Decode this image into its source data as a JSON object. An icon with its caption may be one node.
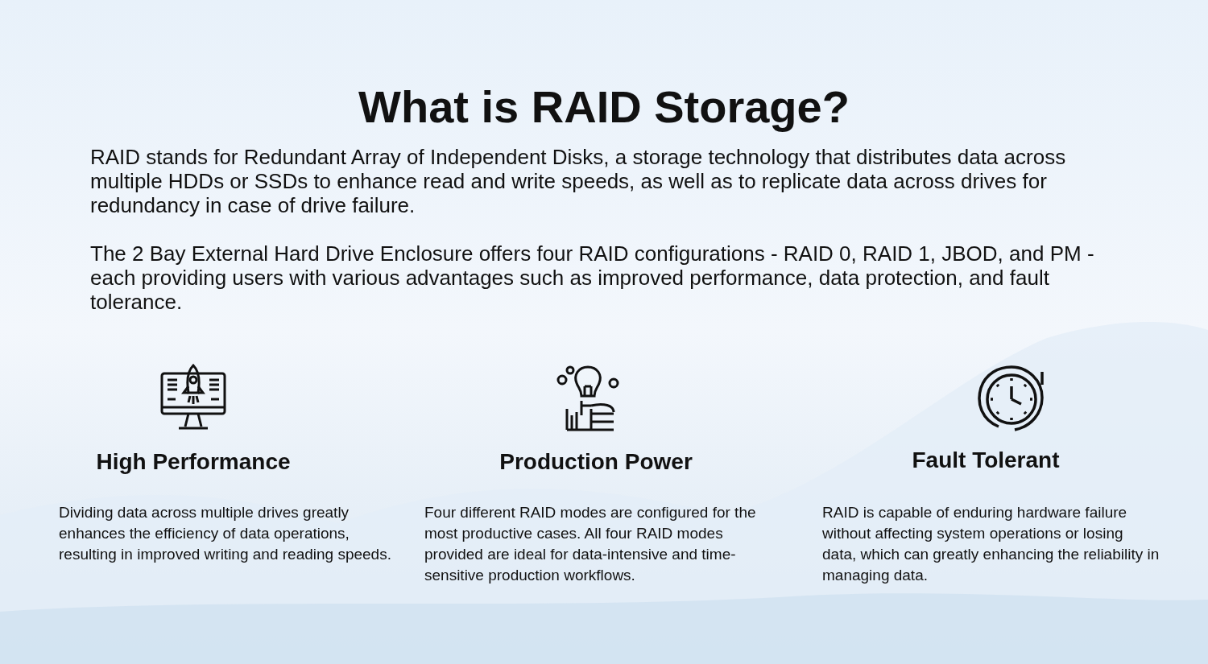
{
  "diagram": {
    "title": "What is RAID Storage?",
    "labels": [
      "RAID stands for Redundant Array of Independent Disks, a storage technology that distributes data across multiple HDDs or SSDs to enhance read and write speeds, as well as to replicate data across drives for redundancy in case of drive failure.",
      "The 2 Bay External Hard Drive Enclosure offers four RAID configurations - RAID 0, RAID 1, JBOD, and PM - each providing users with various advantages such as improved performance, data protection, and fault tolerance.",
      "High Performance",
      "Dividing data across multiple drives greatly enhances the efficiency of data operations, resulting in improved writing and reading speeds.",
      "Production Power",
      "Four different RAID modes are configured for the most productive cases. All four RAID modes provided are ideal for data-intensive and time-sensitive production workflows.",
      "Fault Tolerant",
      "RAID is capable of enduring hardware failure without affecting system operations or losing data, which can greatly enhancing the reliability in managing data."
    ]
  }
}
